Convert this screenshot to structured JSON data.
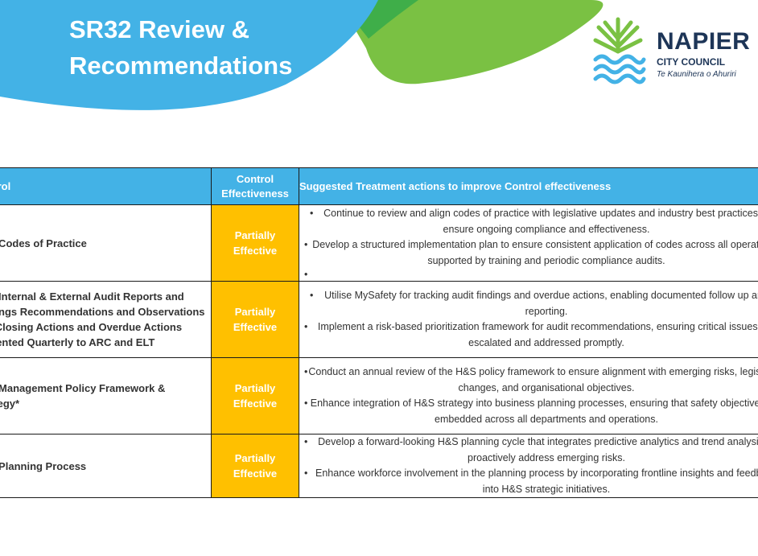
{
  "header": {
    "title_line1": "SR32 Review &",
    "title_line2": "Recommendations",
    "colors": {
      "blue": "#43b2e6",
      "green": "#7ac143",
      "dark_green": "#3fae49",
      "navy": "#1d3557"
    }
  },
  "logo": {
    "name": "NAPIER",
    "subtitle": "CITY COUNCIL",
    "tagline": "Te Kaunihera o Ahuriri",
    "icon": "napier-tree-wave-logo-icon"
  },
  "table": {
    "headers": {
      "control": "Control",
      "effectiveness": "Control Effectiveness",
      "actions": "Suggested Treatment actions to improve Control effectiveness"
    },
    "rows": [
      {
        "control": "H&S Codes of Practice",
        "effectiveness": "Partially Effective",
        "actions": [
          "Continue to review and align codes of practice with legislative updates and industry best practices to ensure ongoing compliance and effectiveness.",
          "Develop a structured implementation plan to ensure consistent application of codes across all operations, supported by training and periodic compliance audits."
        ]
      },
      {
        "control": "H&S Internal & External Audit Reports and Findings Recommendations and Observations and Closing Actions and Overdue Actions Presented Quarterly to ARC and ELT",
        "effectiveness": "Partially Effective",
        "actions": [
          "Utilise MySafety for tracking audit findings and overdue actions, enabling documented follow up and reporting.",
          "Implement a risk-based prioritization framework for audit recommendations, ensuring critical issues are escalated and addressed promptly."
        ]
      },
      {
        "control": "H&S Management Policy Framework & Strategy*",
        "effectiveness": "Partially Effective",
        "actions": [
          "Conduct an annual review of the H&S policy framework to ensure alignment with emerging risks, legislative changes, and organisational objectives.",
          "Enhance integration of H&S strategy into business planning processes, ensuring that safety objectives are embedded across all departments and operations."
        ]
      },
      {
        "control": "H&S Planning Process",
        "effectiveness": "Partially Effective",
        "actions": [
          "Develop a forward-looking H&S planning cycle that integrates predictive analytics and trend analysis to proactively address emerging risks.",
          "Enhance workforce involvement in the planning process by incorporating frontline insights and feedback into H&S strategic initiatives."
        ]
      }
    ]
  }
}
